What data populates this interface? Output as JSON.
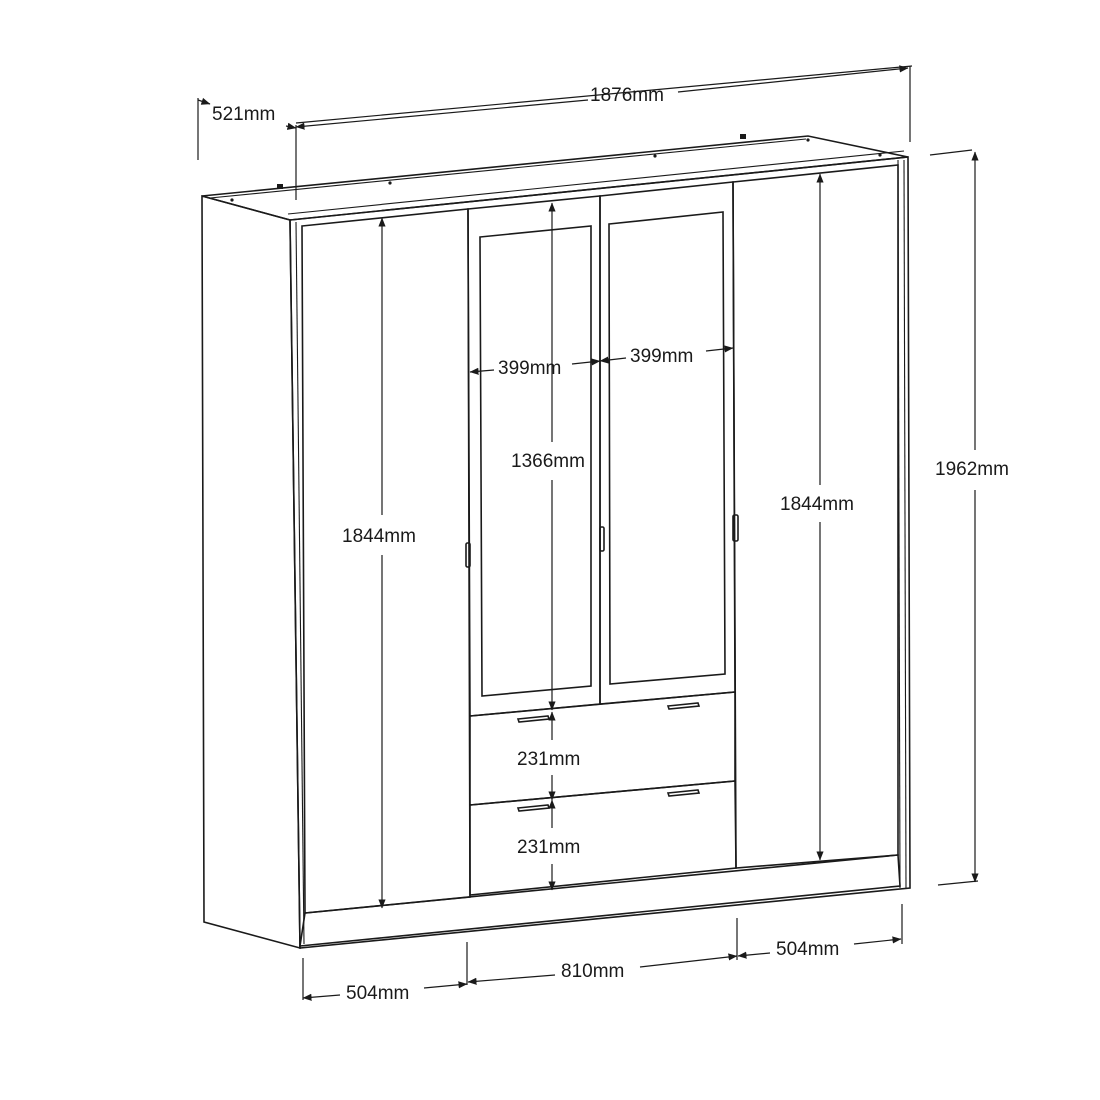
{
  "dimensions": {
    "overall_width": "1876mm",
    "depth": "521mm",
    "overall_height": "1962mm",
    "left_door_height": "1844mm",
    "right_door_height": "1844mm",
    "mirror_door_left_width": "399mm",
    "mirror_door_right_width": "399mm",
    "mirror_door_height": "1366mm",
    "upper_drawer_height": "231mm",
    "lower_drawer_height": "231mm",
    "left_section_width": "504mm",
    "middle_section_width": "810mm",
    "right_section_width": "504mm"
  },
  "colors": {
    "line": "#1a1a1a",
    "background": "#ffffff"
  }
}
